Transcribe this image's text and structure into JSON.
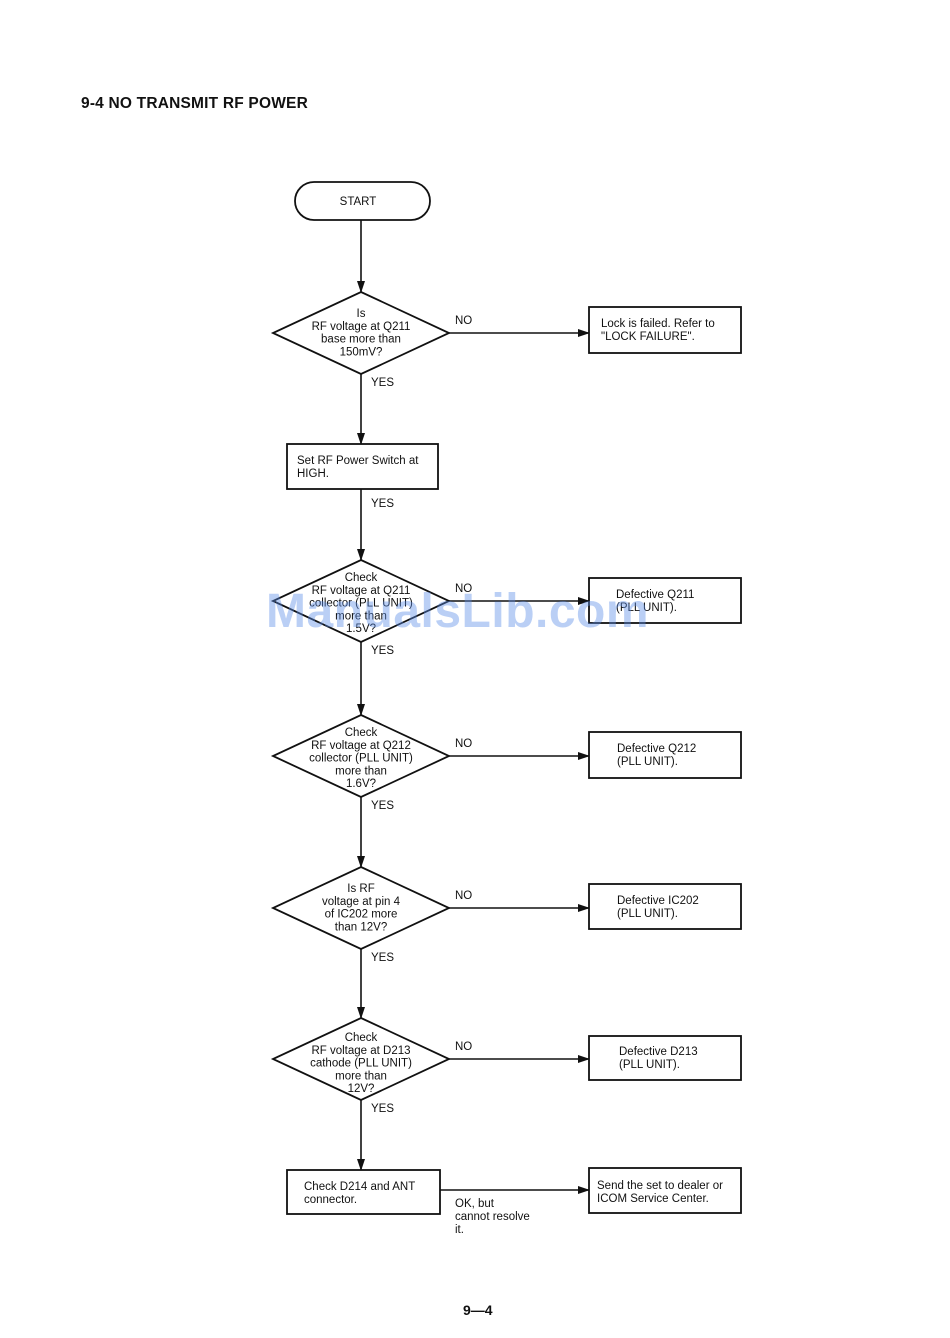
{
  "page": {
    "title": "9-4  NO TRANSMIT RF POWER",
    "page_number": "9—4",
    "watermark": "ManualsLib.com"
  },
  "flow": {
    "start": "START",
    "decisions": [
      {
        "lines": [
          "Is",
          "RF voltage at Q211",
          "base more than",
          "150mV?"
        ],
        "no_label": "NO",
        "yes_label": "YES"
      },
      {
        "lines": [
          "Check",
          "RF voltage at Q211",
          "collector (PLL UNIT)",
          "more than",
          "1.5V?"
        ],
        "no_label": "NO",
        "yes_label": "YES"
      },
      {
        "lines": [
          "Check",
          "RF voltage at Q212",
          "collector (PLL UNIT)",
          "more than",
          "1.6V?"
        ],
        "no_label": "NO",
        "yes_label": "YES"
      },
      {
        "lines": [
          "Is RF",
          "voltage at pin 4",
          "of IC202 more",
          "than 12V?"
        ],
        "no_label": "NO",
        "yes_label": "YES"
      },
      {
        "lines": [
          "Check",
          "RF voltage at D213",
          "cathode (PLL UNIT)",
          "more than",
          "12V?"
        ],
        "no_label": "NO",
        "yes_label": "YES"
      }
    ],
    "results": [
      {
        "lines": [
          "Lock is failed. Refer to",
          "\"LOCK FAILURE\"."
        ]
      },
      {
        "lines": [
          "Defective Q211",
          "(PLL UNIT)."
        ]
      },
      {
        "lines": [
          "Defective Q212",
          "(PLL UNIT)."
        ]
      },
      {
        "lines": [
          "Defective IC202",
          "(PLL UNIT)."
        ]
      },
      {
        "lines": [
          "Defective D213",
          "(PLL UNIT)."
        ]
      },
      {
        "lines": [
          "Send the set to dealer or",
          "ICOM Service Center."
        ]
      }
    ],
    "set_switch": {
      "lines": [
        "Set RF Power Switch at",
        "HIGH."
      ],
      "yes_label": "YES"
    },
    "check_ant": {
      "lines": [
        "Check D214 and ANT",
        "connector."
      ]
    },
    "ok_label": [
      "OK, but",
      "cannot resolve",
      "it."
    ]
  }
}
